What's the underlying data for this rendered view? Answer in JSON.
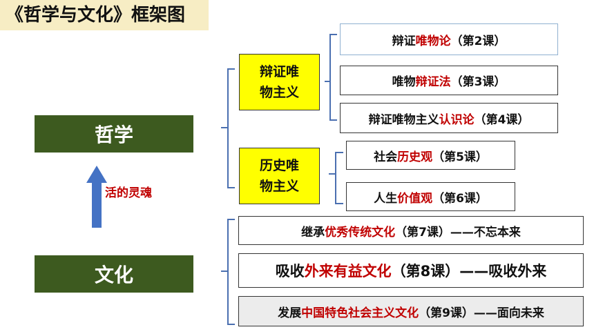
{
  "title": "《哲学与文化》框架图",
  "philosophy": "哲学",
  "culture": "文化",
  "arrow_label": "活的灵魂",
  "branches": {
    "dialectical_materialism": {
      "line1": "辩证唯",
      "line2": "物主义"
    },
    "historical_materialism": {
      "line1": "历史唯",
      "line2": "物主义"
    }
  },
  "lessons": [
    {
      "pre": "辩证",
      "red": "唯物论",
      "post": "（第2课）"
    },
    {
      "pre": "唯物",
      "red": "辩证法",
      "post": "（第3课）"
    },
    {
      "pre": "辩证唯物主义",
      "red": "认识论",
      "post": "（第4课）"
    },
    {
      "pre": "社会",
      "red": "历史观",
      "post": "（第5课）"
    },
    {
      "pre": "人生",
      "red": "价值观",
      "post": "（第6课）"
    },
    {
      "pre": "继承",
      "red": "优秀传统文化",
      "post": "（第7课）——不忘本来"
    },
    {
      "pre": "吸收",
      "red": "外来有益文化",
      "post": "（第8课）——吸收外来"
    },
    {
      "pre": "发展",
      "red": "中国特色社会主义文化",
      "post": "（第9课）——面向未来"
    }
  ],
  "colors": {
    "green": "#3d5a1f",
    "yellow": "#ffff00",
    "red": "#c00000",
    "arrow": "#4472c4",
    "bracket": "#4a6fb0"
  }
}
